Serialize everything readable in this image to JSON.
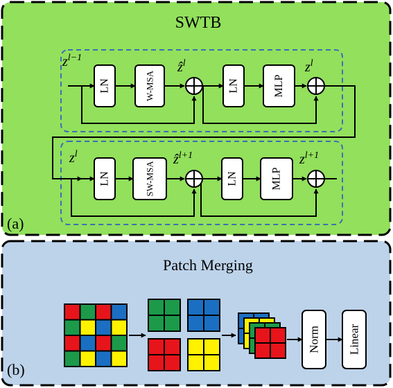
{
  "panel_a": {
    "title": "SWTB",
    "label": "(a)",
    "background": "#92e05c",
    "row1": {
      "input_label": "z^{l-1}",
      "blocks": [
        "LN",
        "W-MSA",
        "LN",
        "MLP"
      ],
      "mid_label": "ẑ^{l}",
      "out_label": "z^{l}"
    },
    "row2": {
      "input_label": "z^{l}",
      "blocks": [
        "LN",
        "SW-MSA",
        "LN",
        "MLP"
      ],
      "mid_label": "ẑ^{l+1}",
      "out_label": "z^{l+1}"
    }
  },
  "panel_b": {
    "title": "Patch Merging",
    "label": "(b)",
    "background": "#bdd3ea",
    "blocks": [
      "Norm",
      "Linear"
    ],
    "grid_colors": {
      "red": "#e8141b",
      "green": "#1c9a4a",
      "blue": "#1b6fc2",
      "yellow": "#fff200"
    }
  }
}
